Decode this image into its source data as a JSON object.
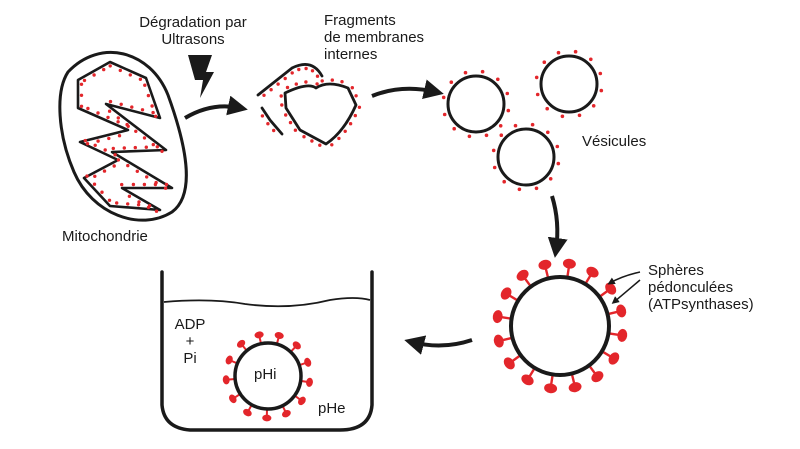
{
  "labels": {
    "degradation": [
      "Dégradation par",
      "Ultrasons"
    ],
    "fragments": [
      "Fragments",
      "de membranes",
      "internes"
    ],
    "mitochondrie": "Mitochondrie",
    "vesicules": "Vésicules",
    "spheres": [
      "Sphères",
      "pédonculées",
      "(ATPsynthases)"
    ],
    "adp": [
      "ADP",
      "+",
      "Pi"
    ],
    "phi": "pHi",
    "phe": "pHe"
  },
  "colors": {
    "stroke": "#1a1a1a",
    "particle": "#e3262b",
    "background": "#ffffff"
  }
}
